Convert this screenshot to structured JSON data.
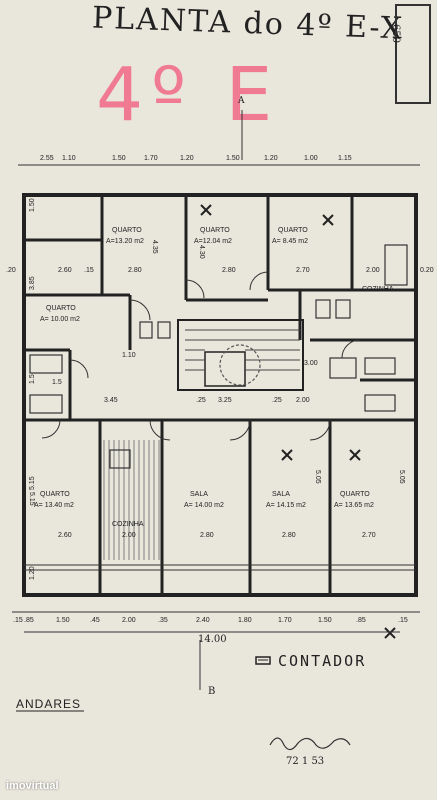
{
  "header": {
    "title": "PLANTA do 4º E-X",
    "floor_big": "4º E",
    "stamp_text": "650"
  },
  "top_dims": [
    "2.55",
    "1.10",
    "1.50",
    "1.70",
    "1.20",
    "1.50",
    "1.20",
    "1.00",
    "1.15"
  ],
  "side_dims": {
    "left": [
      "1.50",
      "3.85",
      "1.5",
      "5.15",
      "1.20"
    ],
    "right_top": "0.20",
    "right_left": ".20"
  },
  "rooms": [
    {
      "name": "QUARTO",
      "area": "A=13.20 m2",
      "w": "2.80",
      "h": "4.35"
    },
    {
      "name": "QUARTO",
      "area": "A=12.04 m2",
      "w": "2.80",
      "h": "4.30"
    },
    {
      "name": "QUARTO",
      "area": "A= 8.45 m2",
      "w": "2.70"
    },
    {
      "name": "QUARTO",
      "area": "A= 10.00 m2",
      "w": "2.60"
    },
    {
      "name": "COZINHA",
      "w": "2.00"
    },
    {
      "name": "QUARTO",
      "area": "A= 13.40 m2",
      "w": "2.60",
      "h": "5.15"
    },
    {
      "name": "COZINHA",
      "w": "2.00"
    },
    {
      "name": "SALA",
      "area": "A= 14.00 m2",
      "w": "2.80"
    },
    {
      "name": "SALA",
      "area": "A= 14.15 m2",
      "w": "2.80",
      "h": "5.05"
    },
    {
      "name": "QUARTO",
      "area": "A= 13.65 m2",
      "w": "2.70",
      "h": "5.05"
    }
  ],
  "inner_dims": [
    "3.45",
    "3.25",
    "2.00",
    "3.00",
    "1.5",
    "1.10",
    ".15",
    ".25",
    ".25"
  ],
  "bottom_dims": [
    ".15",
    ".85",
    "1.50",
    ".45",
    "2.00",
    ".35",
    "2.40",
    "1.80",
    "1.70",
    "1.50",
    ".85",
    ".15"
  ],
  "total_width": "14.00",
  "legend": "CONTADOR",
  "marker_a": "A",
  "marker_b": "B",
  "footer_label": "ANDARES",
  "signature_date": "72 1 53",
  "watermark": "imovirtual"
}
